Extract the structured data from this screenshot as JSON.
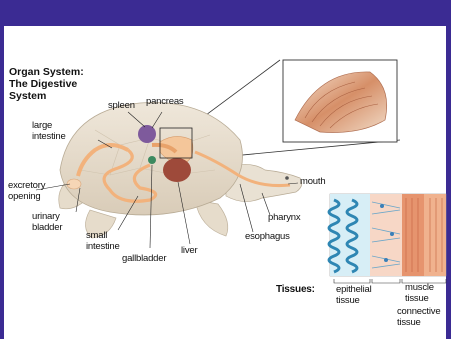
{
  "title_lines": [
    "Organ System:",
    "The Digestive",
    "System"
  ],
  "labels": {
    "spleen": "spleen",
    "pancreas": "pancreas",
    "large_intestine": [
      "large",
      "intestine"
    ],
    "excretory_opening": [
      "excretory",
      "opening"
    ],
    "urinary_bladder": [
      "urinary",
      "bladder"
    ],
    "small_intestine": [
      "small",
      "intestine"
    ],
    "gallbladder": "gallbladder",
    "liver": "liver",
    "esophagus": "esophagus",
    "pharynx": "pharynx",
    "mouth": "mouth"
  },
  "tissues": {
    "heading": "Tissues:",
    "epithelial": [
      "epithelial",
      "tissue"
    ],
    "muscle": [
      "muscle",
      "tissue"
    ],
    "connective": [
      "connective",
      "tissue"
    ]
  },
  "colors": {
    "slide_border": "#3b2b93",
    "shell": "#e9dfcf",
    "intestine": "#f2b27c",
    "spleen": "#7e5a9c",
    "liver": "#9e4a3a",
    "gallbladder": "#3c8a60",
    "muscle": "#c97a5c"
  }
}
